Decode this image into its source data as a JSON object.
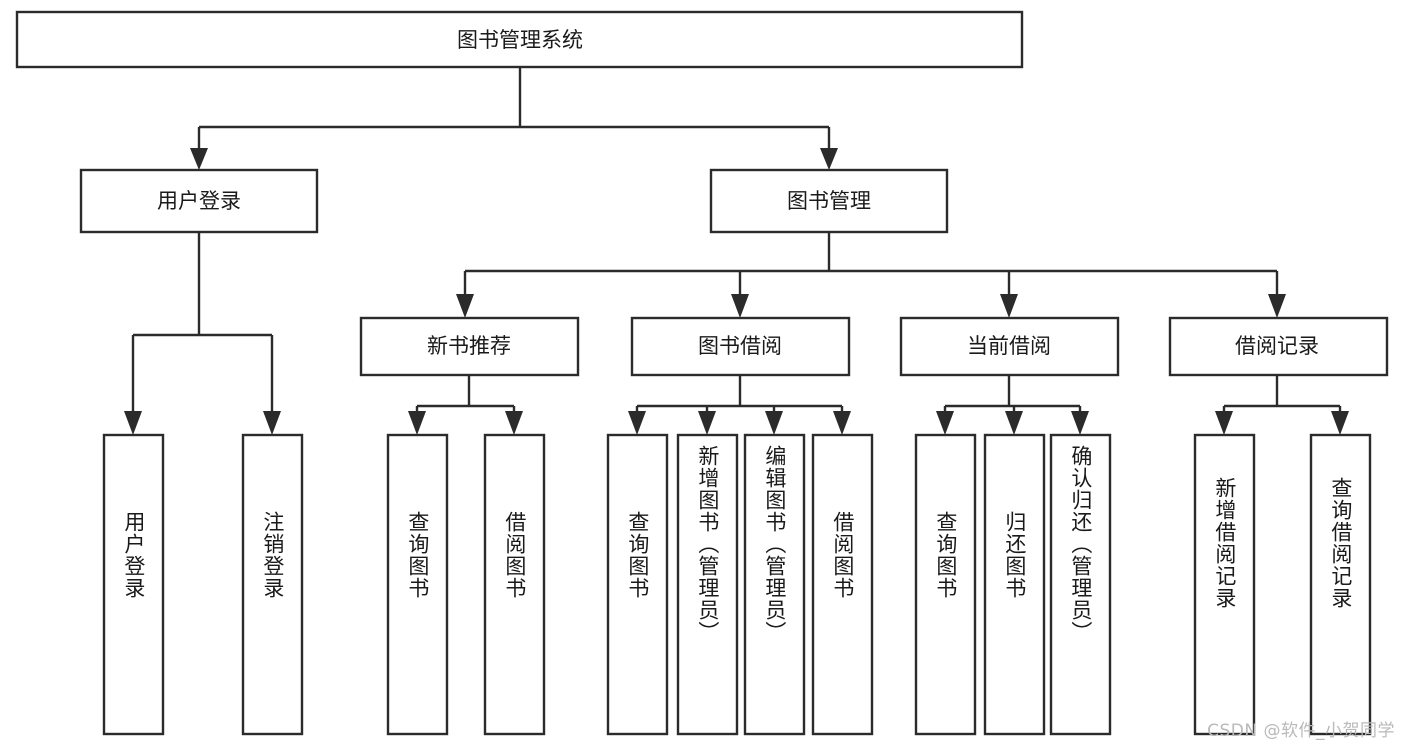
{
  "diagram": {
    "type": "tree",
    "title": "图书管理系统",
    "orientation": "top-down",
    "colors": {
      "box_fill": "#ffffff",
      "box_stroke": "#2b2b2b",
      "text": "#1a1a1a",
      "watermark": "#b9b9b9",
      "background": "#ffffff"
    },
    "root": {
      "label": "图书管理系统",
      "level": 0
    },
    "level2": [
      {
        "label": "用户登录"
      },
      {
        "label": "图书管理"
      }
    ],
    "level3": [
      {
        "label": "新书推荐",
        "parent": "图书管理"
      },
      {
        "label": "图书借阅",
        "parent": "图书管理"
      },
      {
        "label": "当前借阅",
        "parent": "图书管理"
      },
      {
        "label": "借阅记录",
        "parent": "图书管理"
      }
    ],
    "leaves": [
      {
        "label": "用户登录",
        "parent": "用户登录"
      },
      {
        "label": "注销登录",
        "parent": "用户登录"
      },
      {
        "label": "查询图书",
        "parent": "新书推荐"
      },
      {
        "label": "借阅图书",
        "parent": "新书推荐"
      },
      {
        "label": "查询图书",
        "parent": "图书借阅"
      },
      {
        "label": "新增图书（管理员）",
        "parent": "图书借阅"
      },
      {
        "label": "编辑图书（管理员）",
        "parent": "图书借阅"
      },
      {
        "label": "借阅图书",
        "parent": "图书借阅"
      },
      {
        "label": "查询图书",
        "parent": "当前借阅"
      },
      {
        "label": "归还图书",
        "parent": "当前借阅"
      },
      {
        "label": "确认归还（管理员）",
        "parent": "当前借阅"
      },
      {
        "label": "新增借阅记录",
        "parent": "借阅记录"
      },
      {
        "label": "查询借阅记录",
        "parent": "借阅记录"
      }
    ]
  },
  "watermark": {
    "text": "CSDN @软件_小贺同学"
  }
}
